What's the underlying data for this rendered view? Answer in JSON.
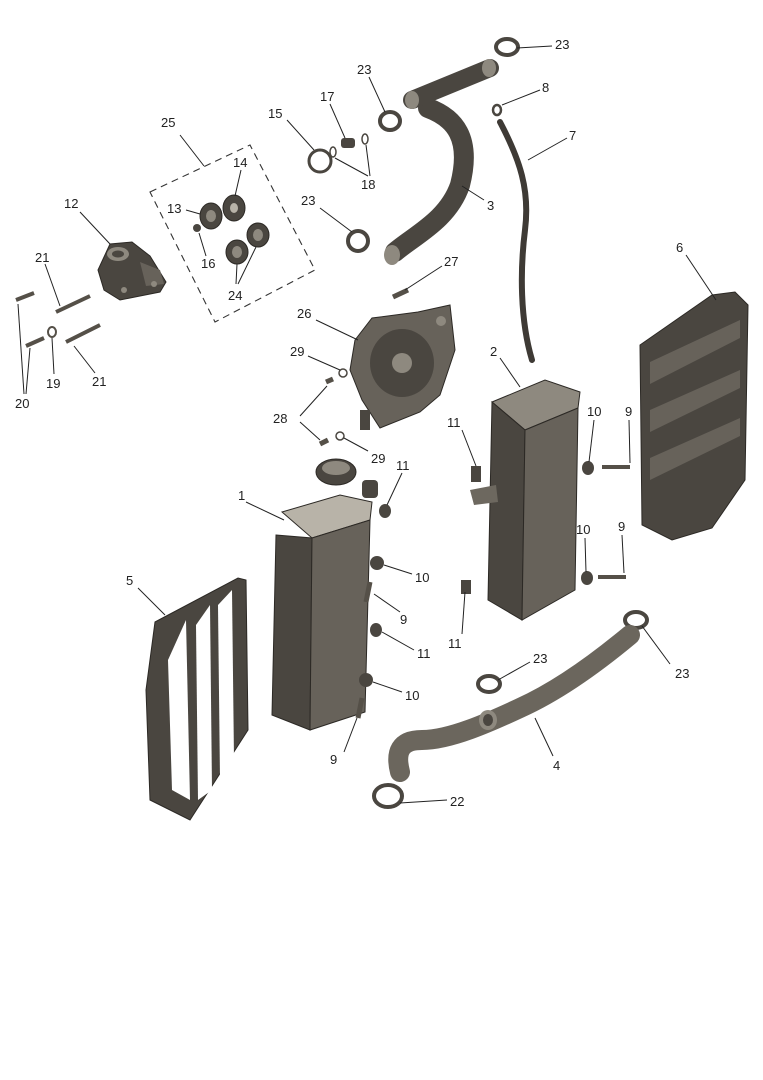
{
  "diagram": {
    "callouts": {
      "c1": "1",
      "c2": "2",
      "c3": "3",
      "c4": "4",
      "c5": "5",
      "c6": "6",
      "c7": "7",
      "c8": "8",
      "c9a": "9",
      "c9b": "9",
      "c9c": "9",
      "c9d": "9",
      "c10a": "10",
      "c10b": "10",
      "c10c": "10",
      "c10d": "10",
      "c11a": "11",
      "c11b": "11",
      "c11c": "11",
      "c11d": "11",
      "c12": "12",
      "c13": "13",
      "c14": "14",
      "c15": "15",
      "c16": "16",
      "c17": "17",
      "c18": "18",
      "c19": "19",
      "c20": "20",
      "c21a": "21",
      "c21b": "21",
      "c22": "22",
      "c23a": "23",
      "c23b": "23",
      "c23c": "23",
      "c23d": "23",
      "c23e": "23",
      "c24": "24",
      "c25": "25",
      "c26": "26",
      "c27": "27",
      "c28": "28",
      "c29a": "29",
      "c29b": "29"
    },
    "colors": {
      "part_dark": "#4a4640",
      "part_mid": "#67625a",
      "part_light": "#8e897f",
      "part_highlight": "#b8b3a8",
      "line": "#222222"
    }
  }
}
